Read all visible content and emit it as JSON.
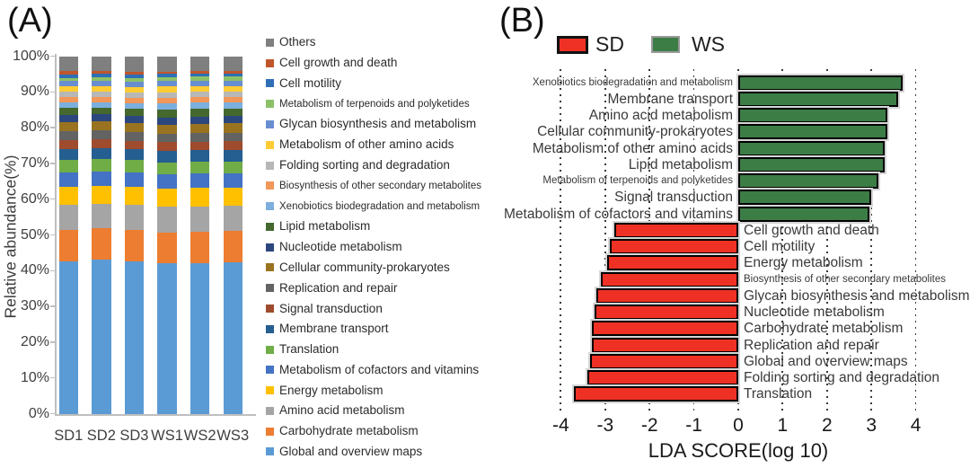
{
  "panel_a": {
    "label": "(A)",
    "yticks": [
      "0%",
      "10%",
      "20%",
      "30%",
      "40%",
      "50%",
      "60%",
      "70%",
      "80%",
      "90%",
      "100%"
    ]
  },
  "panel_b": {
    "label": "(B)"
  },
  "chart_data": [
    {
      "type": "bar",
      "variant": "stacked-100-percent",
      "title": "",
      "xlabel": "",
      "ylabel": "Relative abundance(%)",
      "ylim": [
        0,
        100
      ],
      "grid": "off",
      "legend_position": "right",
      "legend_order": "reverse-of-series-top-to-bottom",
      "categories": [
        "SD1",
        "SD2",
        "SD3",
        "WS1",
        "WS2",
        "WS3"
      ],
      "series": [
        {
          "name": "Global and overview maps",
          "color": "#5B9BD5",
          "values": [
            42.5,
            43.0,
            42.6,
            42.0,
            42.2,
            42.4
          ]
        },
        {
          "name": "Carbohydrate metabolism",
          "color": "#ED7D31",
          "values": [
            9.0,
            8.8,
            8.9,
            8.7,
            8.6,
            8.7
          ]
        },
        {
          "name": "Amino acid metabolism",
          "color": "#A5A5A5",
          "values": [
            7.0,
            7.0,
            7.0,
            7.2,
            7.2,
            7.1
          ]
        },
        {
          "name": "Energy metabolism",
          "color": "#FFC000",
          "values": [
            5.0,
            4.9,
            5.0,
            5.0,
            5.1,
            5.0
          ]
        },
        {
          "name": "Metabolism of cofactors and vitamins",
          "color": "#4472C4",
          "values": [
            4.0,
            4.0,
            4.0,
            4.1,
            4.1,
            4.1
          ]
        },
        {
          "name": "Translation",
          "color": "#70AD47",
          "values": [
            3.5,
            3.5,
            3.4,
            3.2,
            3.2,
            3.3
          ]
        },
        {
          "name": "Membrane transport",
          "color": "#255E91",
          "values": [
            3.0,
            3.0,
            3.0,
            3.3,
            3.3,
            3.2
          ]
        },
        {
          "name": "Signal transduction",
          "color": "#9E4B2E",
          "values": [
            2.5,
            2.5,
            2.5,
            2.4,
            2.4,
            2.4
          ]
        },
        {
          "name": "Replication and repair",
          "color": "#636363",
          "values": [
            2.5,
            2.5,
            2.5,
            2.4,
            2.4,
            2.4
          ]
        },
        {
          "name": "Cellular community-prokaryotes",
          "color": "#997320",
          "values": [
            2.5,
            2.5,
            2.5,
            2.6,
            2.6,
            2.6
          ]
        },
        {
          "name": "Nucleotide metabolism",
          "color": "#2C477E",
          "values": [
            2.0,
            2.0,
            2.0,
            2.0,
            2.0,
            2.0
          ]
        },
        {
          "name": "Lipid metabolism",
          "color": "#44682D",
          "values": [
            2.0,
            2.0,
            2.0,
            2.1,
            2.1,
            2.1
          ]
        },
        {
          "name": "Xenobiotics biodegradation and metabolism",
          "color": "#7CAFDD",
          "values": [
            1.5,
            1.4,
            1.5,
            1.8,
            1.8,
            1.7
          ]
        },
        {
          "name": "Biosynthesis of other secondary metabolites",
          "color": "#F1975A",
          "values": [
            1.5,
            1.5,
            1.5,
            1.6,
            1.6,
            1.6
          ]
        },
        {
          "name": "Folding sorting and degradation",
          "color": "#B7B7B7",
          "values": [
            1.5,
            1.5,
            1.5,
            1.5,
            1.5,
            1.5
          ]
        },
        {
          "name": "Metabolism of other amino acids",
          "color": "#FFCD33",
          "values": [
            1.5,
            1.5,
            1.5,
            1.6,
            1.6,
            1.6
          ]
        },
        {
          "name": "Glycan biosynthesis and metabolism",
          "color": "#698ED0",
          "values": [
            1.5,
            1.5,
            1.5,
            1.5,
            1.5,
            1.5
          ]
        },
        {
          "name": "Metabolism of terpenoids and polyketides",
          "color": "#8CC168",
          "values": [
            1.0,
            1.0,
            1.0,
            1.1,
            1.1,
            1.1
          ]
        },
        {
          "name": "Cell motility",
          "color": "#2E6FB7",
          "values": [
            1.0,
            1.0,
            1.0,
            0.9,
            0.9,
            0.9
          ]
        },
        {
          "name": "Cell growth and death",
          "color": "#C0562B",
          "values": [
            0.8,
            0.8,
            0.8,
            0.7,
            0.7,
            0.7
          ]
        },
        {
          "name": "Others",
          "color": "#7F7F7F",
          "values": [
            4.2,
            4.1,
            4.3,
            4.3,
            4.1,
            4.1
          ]
        }
      ]
    },
    {
      "type": "bar",
      "orientation": "horizontal",
      "title": "",
      "xlabel": "LDA SCORE(log 10)",
      "xlim": [
        -4.5,
        4.6
      ],
      "xticks": [
        -4,
        -3,
        -2,
        -1,
        0,
        1,
        2,
        3,
        4
      ],
      "grid": "dotted-vertical",
      "legend_position": "top",
      "groups": [
        {
          "name": "SD",
          "color": "#EE3124"
        },
        {
          "name": "WS",
          "color": "#3C7D46"
        }
      ],
      "bars": [
        {
          "label": "Xenobiotics biodegradation and metabolism",
          "group": "WS",
          "value": 3.7
        },
        {
          "label": "Membrane transport",
          "group": "WS",
          "value": 3.6
        },
        {
          "label": "Amino acid metabolism",
          "group": "WS",
          "value": 3.35
        },
        {
          "label": "Cellular community-prokaryotes",
          "group": "WS",
          "value": 3.35
        },
        {
          "label": "Metabolism of other amino acids",
          "group": "WS",
          "value": 3.3
        },
        {
          "label": "Lipid metabolism",
          "group": "WS",
          "value": 3.3
        },
        {
          "label": "Metabolism of terpenoids and polyketides",
          "group": "WS",
          "value": 3.15
        },
        {
          "label": "Signal transduction",
          "group": "WS",
          "value": 3.0
        },
        {
          "label": "Metabolism of cofactors and vitamins",
          "group": "WS",
          "value": 2.95
        },
        {
          "label": "Cell growth and death",
          "group": "SD",
          "value": -2.8
        },
        {
          "label": "Cell motility",
          "group": "SD",
          "value": -2.9
        },
        {
          "label": "Energy metabolism",
          "group": "SD",
          "value": -2.95
        },
        {
          "label": "Biosynthesis of other secondary metabolites",
          "group": "SD",
          "value": -3.1
        },
        {
          "label": "Glycan biosynthesis and metabolism",
          "group": "SD",
          "value": -3.2
        },
        {
          "label": "Nucleotide metabolism",
          "group": "SD",
          "value": -3.25
        },
        {
          "label": "Carbohydrate metabolism",
          "group": "SD",
          "value": -3.3
        },
        {
          "label": "Replication and repair",
          "group": "SD",
          "value": -3.3
        },
        {
          "label": "Global and overview maps",
          "group": "SD",
          "value": -3.35
        },
        {
          "label": "Folding sorting and degradation",
          "group": "SD",
          "value": -3.4
        },
        {
          "label": "Translation",
          "group": "SD",
          "value": -3.7
        }
      ]
    }
  ]
}
